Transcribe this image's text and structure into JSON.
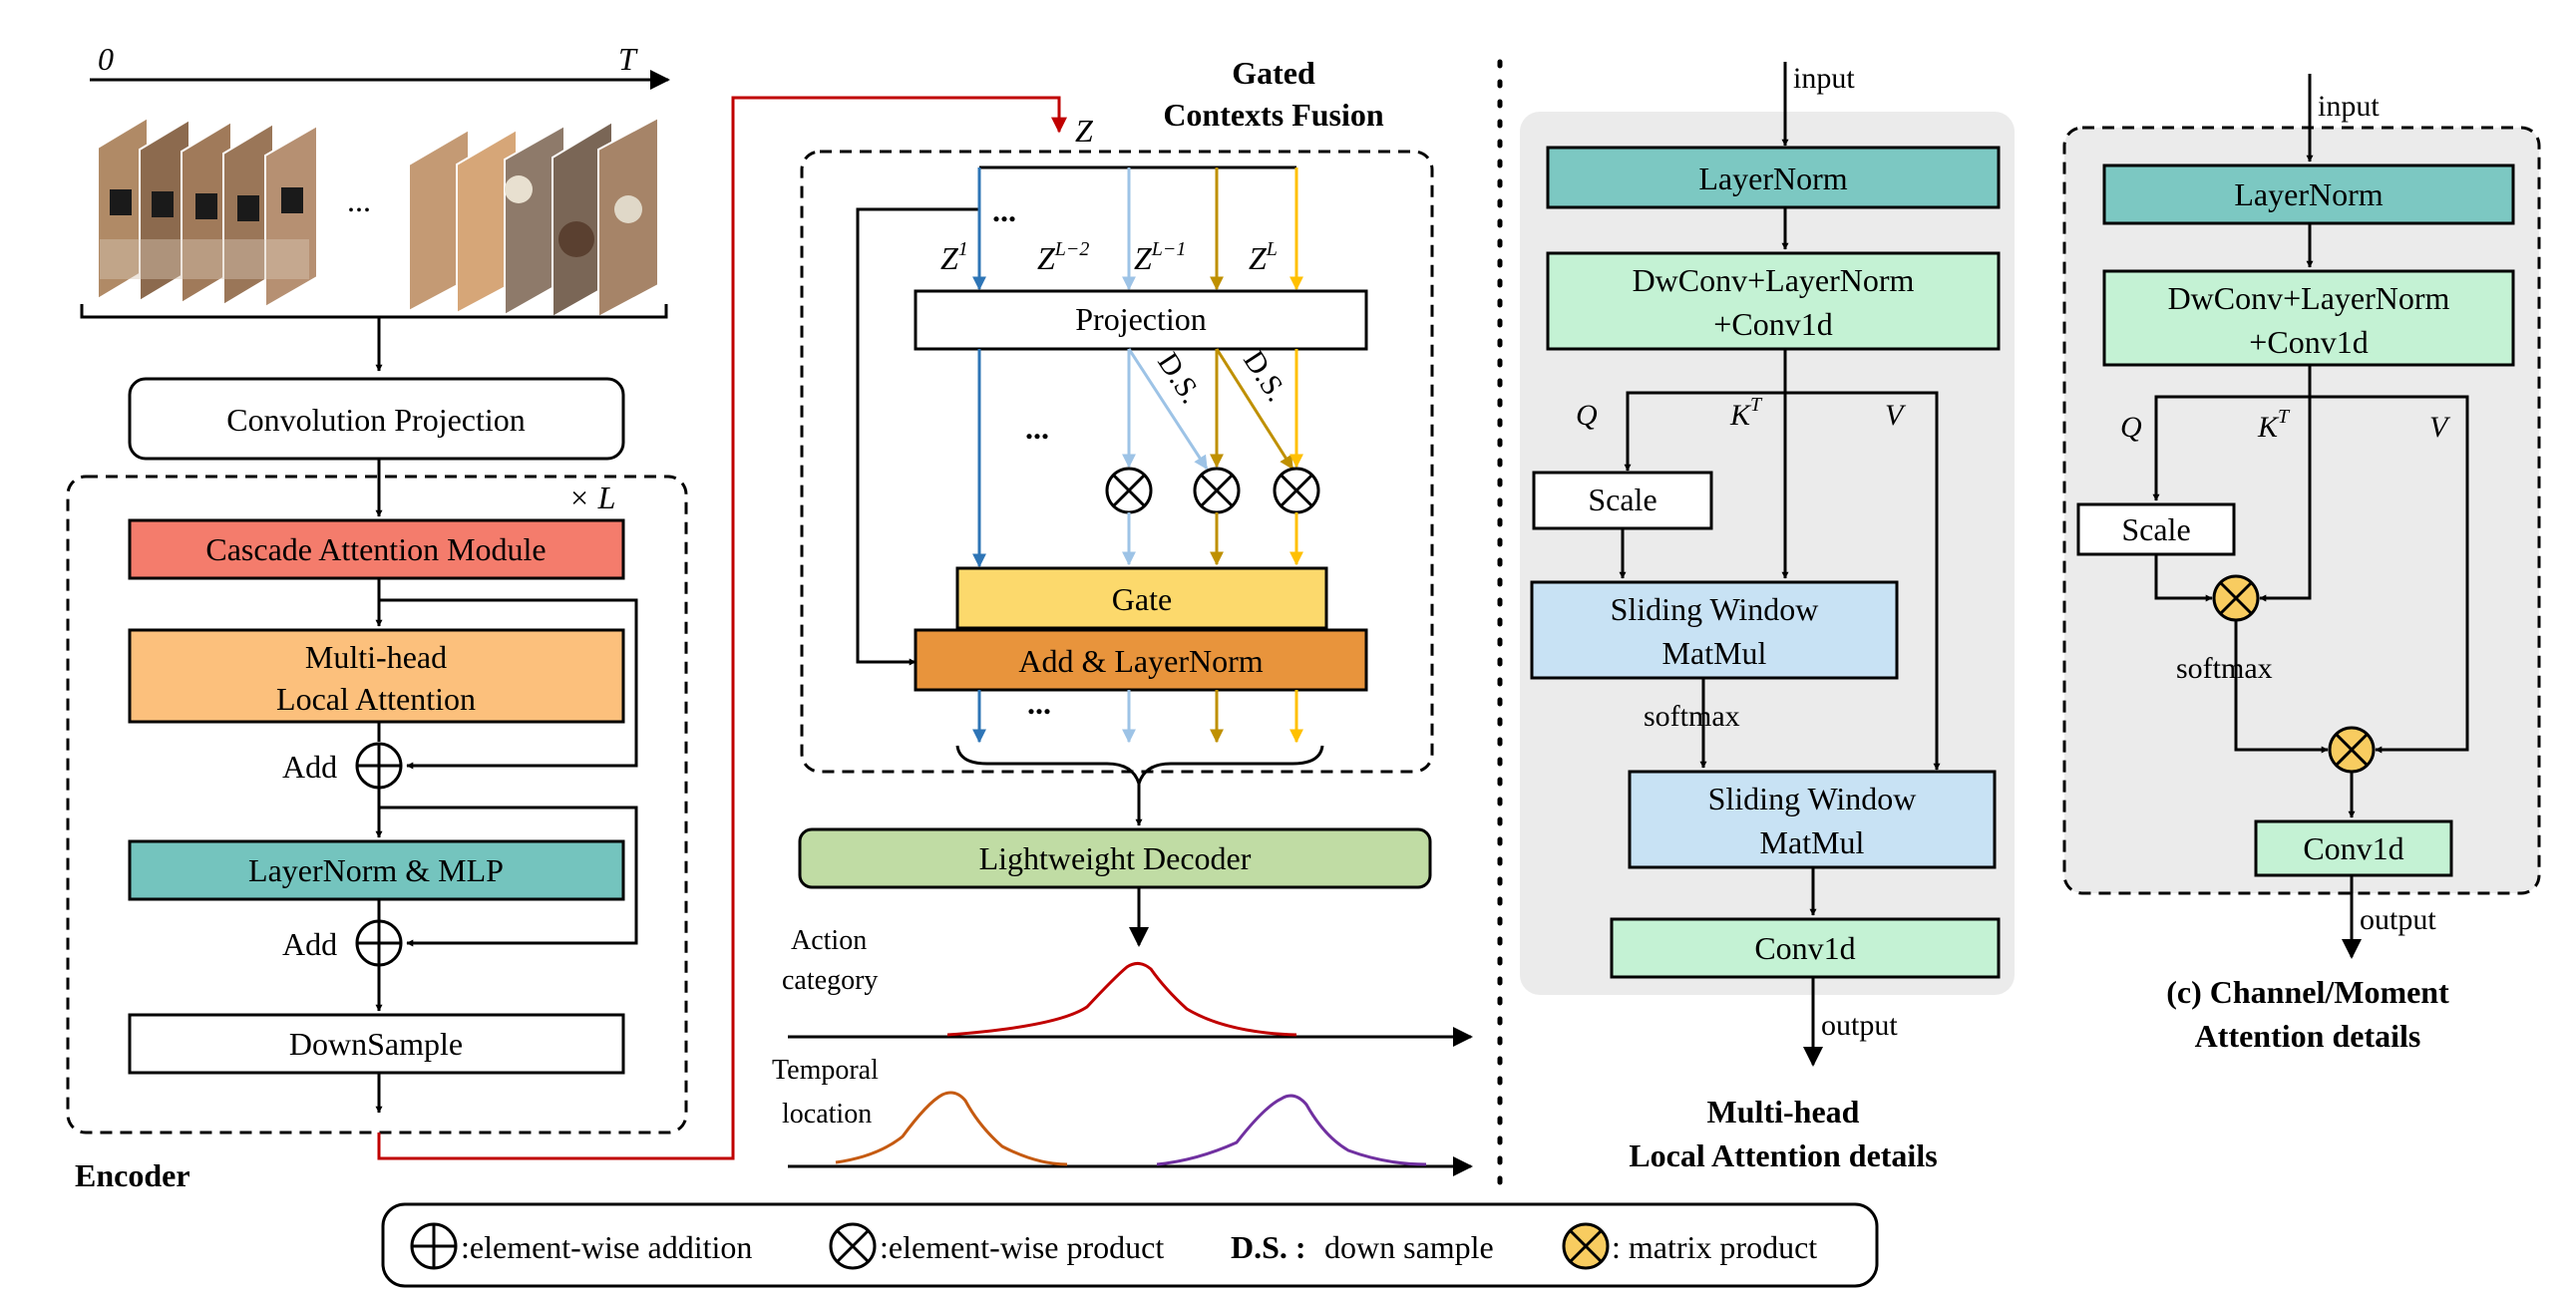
{
  "encoder": {
    "axis_start": "0",
    "axis_end": "T",
    "frames_ellipsis": "...",
    "conv_projection": "Convolution Projection",
    "repeat": "× L",
    "cascade": "Cascade Attention Module",
    "mhla_line1": "Multi-head",
    "mhla_line2": "Local Attention",
    "add1": "Add",
    "layernorm_mlp": "LayerNorm & MLP",
    "add2": "Add",
    "downsample": "DownSample",
    "title": "Encoder"
  },
  "gcf": {
    "title_line1": "Gated",
    "title_line2": "Contexts Fusion",
    "z": "Z",
    "z1": "Z",
    "z1_sup": "1",
    "zl2": "Z",
    "zl2_sup": "L−2",
    "zl1": "Z",
    "zl1_sup": "L−1",
    "zl": "Z",
    "zl_sup": "L",
    "dots_top": "...",
    "projection": "Projection",
    "ds1": "D.S.",
    "ds2": "D.S.",
    "dots_mid": "...",
    "gate": "Gate",
    "add_layernorm": "Add & LayerNorm",
    "dots_bottom": "...",
    "decoder": "Lightweight Decoder",
    "action_line1": "Action",
    "action_line2": "category",
    "temporal_line1": "Temporal",
    "temporal_line2": "location"
  },
  "mhla": {
    "input": "input",
    "layernorm": "LayerNorm",
    "dwconv_line1": "DwConv+LayerNorm",
    "dwconv_line2": "+Conv1d",
    "q": "Q",
    "k": "K",
    "k_sup": "T",
    "v": "V",
    "scale": "Scale",
    "swm1_line1": "Sliding Window",
    "swm1_line2": "MatMul",
    "softmax": "softmax",
    "swm2_line1": "Sliding Window",
    "swm2_line2": "MatMul",
    "conv1d": "Conv1d",
    "output": "output",
    "caption_line1": "Multi-head",
    "caption_line2": "Local Attention details"
  },
  "cma": {
    "input": "input",
    "layernorm": "LayerNorm",
    "dwconv_line1": "DwConv+LayerNorm",
    "dwconv_line2": "+Conv1d",
    "q": "Q",
    "k": "K",
    "k_sup": "T",
    "v": "V",
    "scale": "Scale",
    "softmax": "softmax",
    "conv1d": "Conv1d",
    "output": "output",
    "caption_line1": "(c) Channel/Moment",
    "caption_line2": "Attention details"
  },
  "legend": {
    "addition": ":element-wise addition",
    "product": ":element-wise product",
    "ds_key": "D.S. :",
    "ds_text": "down sample",
    "matrix": ": matrix product"
  },
  "colors": {
    "cascade": "#f47c6c",
    "mhla": "#fcc07c",
    "layernorm_mlp": "#74c4be",
    "gate": "#fcd96c",
    "add_layernorm": "#e8943c",
    "decoder": "#c0dca4",
    "layernorm_teal": "#7cc8c2",
    "dwconv_green": "#c4f2d4",
    "swm_blue": "#c8e2f4",
    "panel_gray": "#ebebeb",
    "red_line": "#c00000",
    "blue_arrow": "#2e75b6",
    "lightblue_arrow": "#9dc3e6",
    "gold_arrow": "#bf9000",
    "yellow_arrow": "#ffc000",
    "matrix_product_fill": "#f8cc60"
  }
}
